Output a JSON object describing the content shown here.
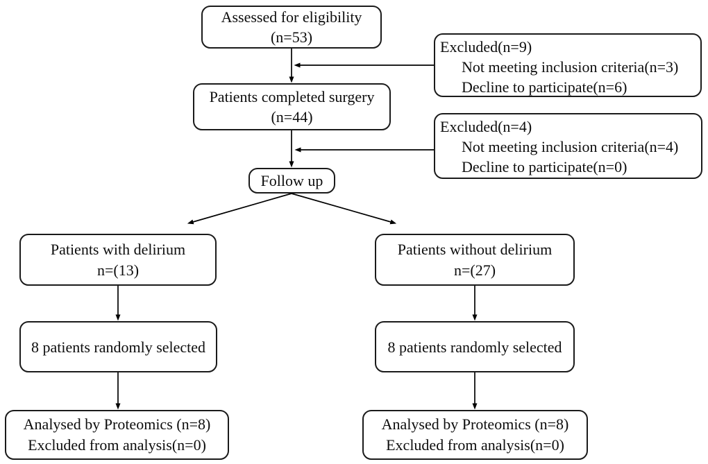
{
  "colors": {
    "background": "#ffffff",
    "box_border": "#1a1a1a",
    "arrow": "#000000",
    "text": "#0d0d0d"
  },
  "nodes": {
    "eligibility": {
      "line1": "Assessed for eligibility",
      "line2": "(n=53)"
    },
    "excluded1": {
      "line1": "Excluded(n=9)",
      "line2": "Not meeting inclusion criteria(n=3)",
      "line3": "Decline to participate(n=6)"
    },
    "surgery": {
      "line1": "Patients completed surgery",
      "line2": "(n=44)"
    },
    "excluded2": {
      "line1": "Excluded(n=4)",
      "line2": "Not meeting inclusion criteria(n=4)",
      "line3": "Decline to participate(n=0)"
    },
    "followup": {
      "line1": "Follow up"
    },
    "delirium": {
      "line1": "Patients with delirium",
      "line2": "n=(13)"
    },
    "noDelirium": {
      "line1": "Patients without delirium",
      "line2": "n=(27)"
    },
    "selectedLeft": {
      "line1": "8 patients randomly selected"
    },
    "selectedRight": {
      "line1": "8 patients randomly selected"
    },
    "analysedLeft": {
      "line1": "Analysed by Proteomics (n=8)",
      "line2": "Excluded from analysis(n=0)"
    },
    "analysedRight": {
      "line1": "Analysed by Proteomics (n=8)",
      "line2": "Excluded from analysis(n=0)"
    }
  }
}
